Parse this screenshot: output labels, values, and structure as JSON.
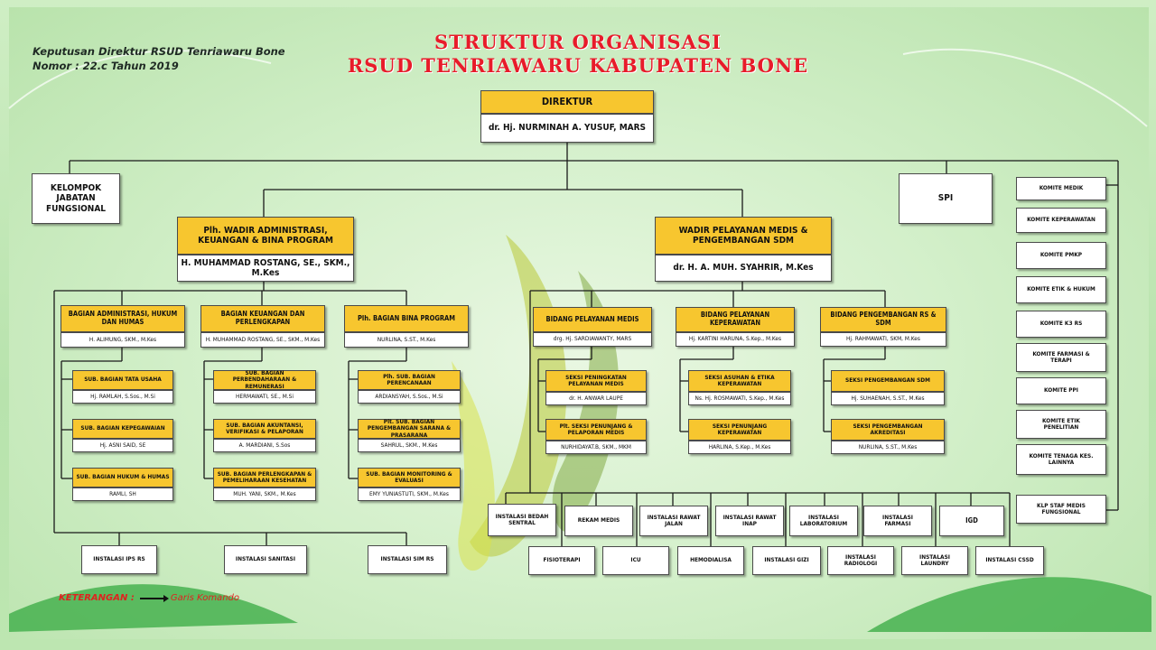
{
  "header": {
    "title_line1": "STRUKTUR ORGANISASI",
    "title_line2": "RSUD TENRIAWARU KABUPATEN BONE",
    "decree_line1": "Keputusan Direktur RSUD Tenriawaru Bone",
    "decree_line2": "Nomor : 22.c Tahun 2019"
  },
  "colors": {
    "title": "#e81b2a",
    "header_box": "#f7c62f",
    "legend": "#e0221f"
  },
  "director": {
    "title": "DIREKTUR",
    "name": "dr. Hj. NURMINAH A. YUSUF, MARS"
  },
  "kelompok": "KELOMPOK JABATAN FUNGSIONAL",
  "spi": "SPI",
  "wadir_admin": {
    "title": "Plh. WADIR ADMINISTRASI, KEUANGAN & BINA PROGRAM",
    "name": "H. MUHAMMAD ROSTANG, SE., SKM., M.Kes"
  },
  "wadir_pelayanan": {
    "title": "WADIR PELAYANAN MEDIS & PENGEMBANGAN SDM",
    "name": "dr. H. A. MUH. SYAHRIR, M.Kes"
  },
  "bagian": [
    {
      "title": "BAGIAN ADMINISTRASI, HUKUM DAN HUMAS",
      "name": "H. ALIMUNG, SKM., M.Kes"
    },
    {
      "title": "BAGIAN KEUANGAN DAN PERLENGKAPAN",
      "name": "H. MUHAMMAD ROSTANG, SE., SKM., M.Kes"
    },
    {
      "title": "Plh. BAGIAN BINA PROGRAM",
      "name": "NURLINA, S.ST., M.Kes"
    }
  ],
  "bidang": [
    {
      "title": "BIDANG PELAYANAN MEDIS",
      "name": "drg. Hj. SARDIAWANTY, MARS"
    },
    {
      "title": "BIDANG PELAYANAN KEPERAWATAN",
      "name": "Hj. KARTINI HARUNA, S.Kep., M.Kes"
    },
    {
      "title": "BIDANG PENGEMBANGAN RS & SDM",
      "name": "Hj. RAHMAWATI, SKM, M.Kes"
    }
  ],
  "subbagian_col1": [
    {
      "title": "SUB. BAGIAN TATA USAHA",
      "name": "Hj. RAMLAH, S.Sos., M.Si"
    },
    {
      "title": "SUB. BAGIAN KEPEGAWAIAN",
      "name": "Hj. ASNI SAID, SE"
    },
    {
      "title": "SUB. BAGIAN HUKUM & HUMAS",
      "name": "RAMLI, SH"
    }
  ],
  "subbagian_col2": [
    {
      "title": "SUB. BAGIAN PERBENDAHARAAN & REMUNERASI",
      "name": "HERMAWATI, SE., M.Si"
    },
    {
      "title": "SUB. BAGIAN AKUNTANSI, VERIFIKASI & PELAPORAN",
      "name": "A. MARDIANI, S.Sos"
    },
    {
      "title": "SUB. BAGIAN PERLENGKAPAN & PEMELIHARAAN KESEHATAN",
      "name": "MUH. YANI, SKM., M.Kes"
    }
  ],
  "subbagian_col3": [
    {
      "title": "Plh. SUB. BAGIAN PERENCANAAN",
      "name": "ARDIANSYAH, S.Sos., M.Si"
    },
    {
      "title": "Plt. SUB. BAGIAN PENGEMBANGAN SARANA & PRASARANA",
      "name": "SAHRUL, SKM., M.Kes"
    },
    {
      "title": "SUB. BAGIAN MONITORING & EVALUASI",
      "name": "EMY YUNIASTUTI, SKM., M.Kes"
    }
  ],
  "seksi_col1": [
    {
      "title": "SEKSI PENINGKATAN PELAYANAN MEDIS",
      "name": "dr. H. ANWAR LAUPE"
    },
    {
      "title": "Plt. SEKSI PENUNJANG & PELAPORAN MEDIS",
      "name": "NURHIDAYAT.B, SKM., MKM"
    }
  ],
  "seksi_col2": [
    {
      "title": "SEKSI ASUHAN & ETIKA KEPERAWATAN",
      "name": "Ns. Hj. ROSMAWATI, S.Kep., M.Kes"
    },
    {
      "title": "SEKSI PENUNJANG KEPERAWATAN",
      "name": "HARLINA, S.Kep., M.Kes"
    }
  ],
  "seksi_col3": [
    {
      "title": "SEKSI PENGEMBANGAN SDM",
      "name": "Hj. SUHAENAH, S.ST., M.Kes"
    },
    {
      "title": "SEKSI PENGEMBANGAN AKREDITASI",
      "name": "NURLINA, S.ST., M.Kes"
    }
  ],
  "komite": [
    "KOMITE MEDIK",
    "KOMITE KEPERAWATAN",
    "KOMITE PMKP",
    "KOMITE ETIK & HUKUM",
    "KOMITE K3 RS",
    "KOMITE FARMASI & TERAPI",
    "KOMITE PPI",
    "KOMITE ETIK PENELITIAN",
    "KOMITE TENAGA KES. LAINNYA"
  ],
  "klp_staf": "KLP STAF MEDIS FUNGSIONAL",
  "instalasi_admin": [
    "INSTALASI IPS RS",
    "INSTALASI SANITASI",
    "INSTALASI SIM RS"
  ],
  "instalasi_row1": [
    "INSTALASI BEDAH SENTRAL",
    "REKAM MEDIS",
    "INSTALASI RAWAT JALAN",
    "INSTALASI RAWAT INAP",
    "INSTALASI LABORATORIUM",
    "INSTALASI FARMASI",
    "IGD"
  ],
  "instalasi_row2": [
    "FISIOTERAPI",
    "ICU",
    "HEMODIALISA",
    "INSTALASI GIZI",
    "INSTALASI RADIOLOGI",
    "INSTALASI LAUNDRY",
    "INSTALASI CSSD"
  ],
  "legend": {
    "label": "KETERANGAN :",
    "text": "Garis Komando"
  }
}
